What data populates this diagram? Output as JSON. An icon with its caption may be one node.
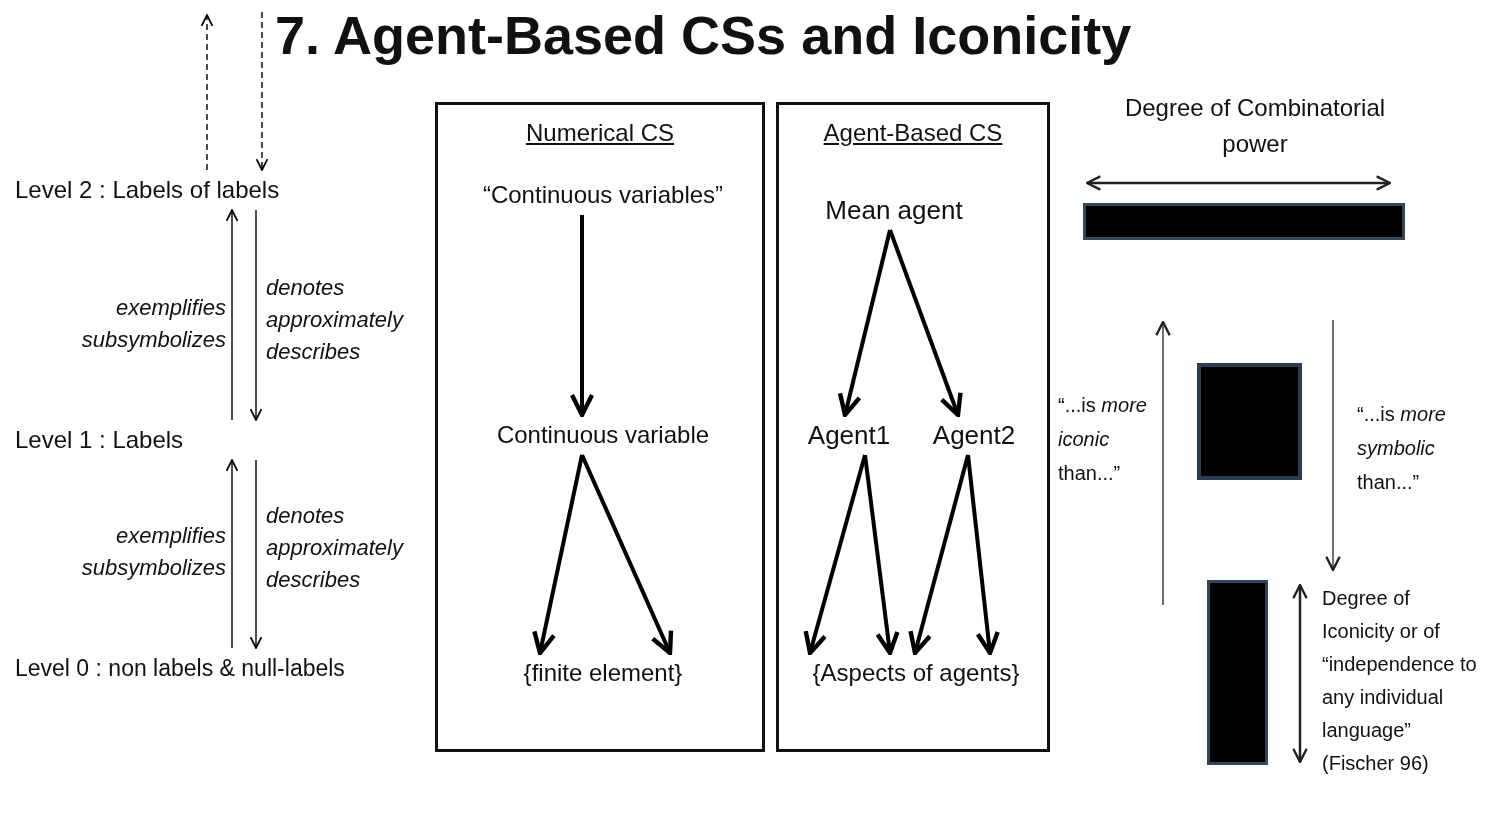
{
  "diagram": {
    "title": "7. Agent-Based CSs and Iconicity",
    "nodes": [
      {
        "text": [
          "Numerical CS"
        ]
      },
      {
        "text": [
          "“Continuous variables”"
        ],
        "in": 0
      },
      {
        "text": [
          "Continuous variable"
        ],
        "in": 0
      },
      {
        "text": [
          "{finite element}"
        ],
        "in": 0
      },
      {
        "text": [
          "Agent-Based CS"
        ]
      },
      {
        "text": [
          "Mean agent"
        ],
        "in": 4
      },
      {
        "text": [
          "Agent1"
        ],
        "in": 4
      },
      {
        "text": [
          "Agent2"
        ],
        "in": 4
      },
      {
        "text": [
          "{Aspects of agents}"
        ],
        "in": 4
      },
      {
        "text": [
          "Level 2 : Labels of labels"
        ]
      },
      {
        "text": [
          "Level 1 : Labels"
        ]
      },
      {
        "text": [
          "Level 0 : non labels & null-labels"
        ]
      },
      {
        "text": [],
        "shape": "bar",
        "beside": [
          "Degree of Combinatorial power"
        ]
      },
      {
        "text": [],
        "shape": "box"
      },
      {
        "text": [],
        "shape": "bar",
        "beside": [
          "Degree of Iconicity or of “independence to any individual language” (Fischer 96)"
        ]
      }
    ],
    "edges": [
      {
        "from": 1,
        "to": 2,
        "arrow": "to"
      },
      {
        "from": 2,
        "to": 3,
        "arrow": "to"
      },
      {
        "from": 2,
        "to": 3,
        "arrow": "to"
      },
      {
        "from": 5,
        "to": 6,
        "arrow": "to"
      },
      {
        "from": 5,
        "to": 7,
        "arrow": "to"
      },
      {
        "from": 6,
        "to": 8,
        "arrow": "to"
      },
      {
        "from": 6,
        "to": 8,
        "arrow": "to"
      },
      {
        "from": 7,
        "to": 8,
        "arrow": "to"
      },
      {
        "from": 7,
        "to": 8,
        "arrow": "to"
      },
      {
        "from": 9,
        "to": null,
        "arrow": "to",
        "style": "dashed"
      },
      {
        "from": null,
        "to": 9,
        "arrow": "to",
        "style": "dashed"
      },
      {
        "from": 10,
        "to": 9,
        "arrow": "to",
        "label": "exemplifies subsymbolizes"
      },
      {
        "from": 9,
        "to": 10,
        "arrow": "to",
        "label": "denotes approximately describes"
      },
      {
        "from": 11,
        "to": 10,
        "arrow": "to",
        "label": "exemplifies subsymbolizes"
      },
      {
        "from": 10,
        "to": 11,
        "arrow": "to",
        "label": "denotes approximately describes"
      }
    ],
    "labels": [
      "“...is *more iconic* than...”",
      "“...is *more symbolic* than...”"
    ]
  }
}
